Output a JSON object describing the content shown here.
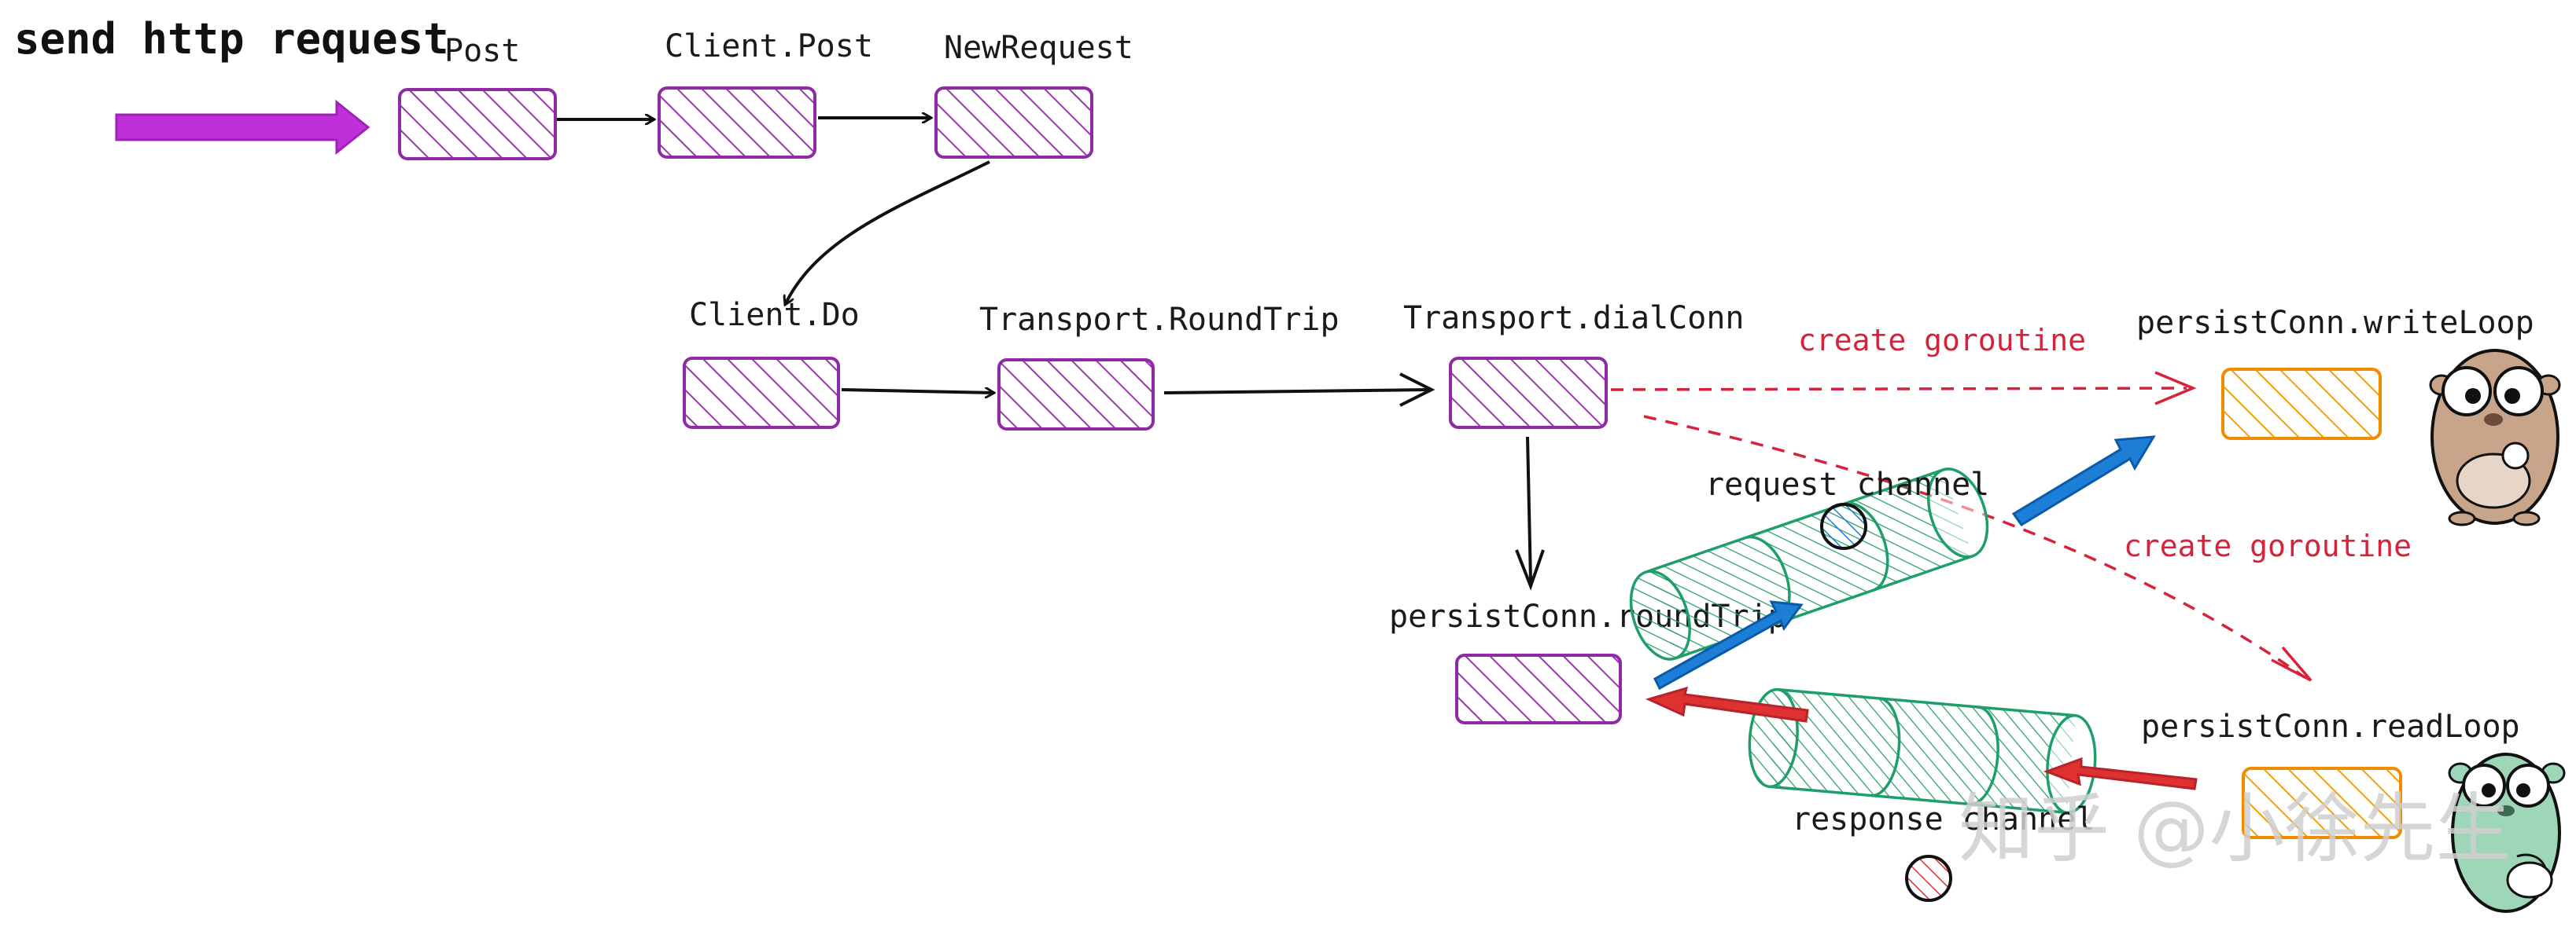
{
  "title": "send http request",
  "nodes": {
    "post": "Post",
    "client_post": "Client.Post",
    "new_request": "NewRequest",
    "client_do": "Client.Do",
    "transport_roundtrip": "Transport.RoundTrip",
    "transport_dialconn": "Transport.dialConn",
    "persist_roundtrip": "persistConn.roundTrip",
    "persist_writeloop": "persistConn.writeLoop",
    "persist_readloop": "persistConn.readLoop"
  },
  "edges": {
    "create_goroutine_1": "create goroutine",
    "create_goroutine_2": "create goroutine"
  },
  "channels": {
    "request": "request channel",
    "response": "response channel"
  },
  "watermark": "知乎 @小徐先生",
  "colors": {
    "task_box": "#8e2aa3",
    "loop_box": "#f08c00",
    "channel": "#1e9e68",
    "dashed": "#d6223a",
    "blue_arrow": "#1c7ed6",
    "red_arrow": "#e03131",
    "entry_arrow": "#c030d8"
  }
}
